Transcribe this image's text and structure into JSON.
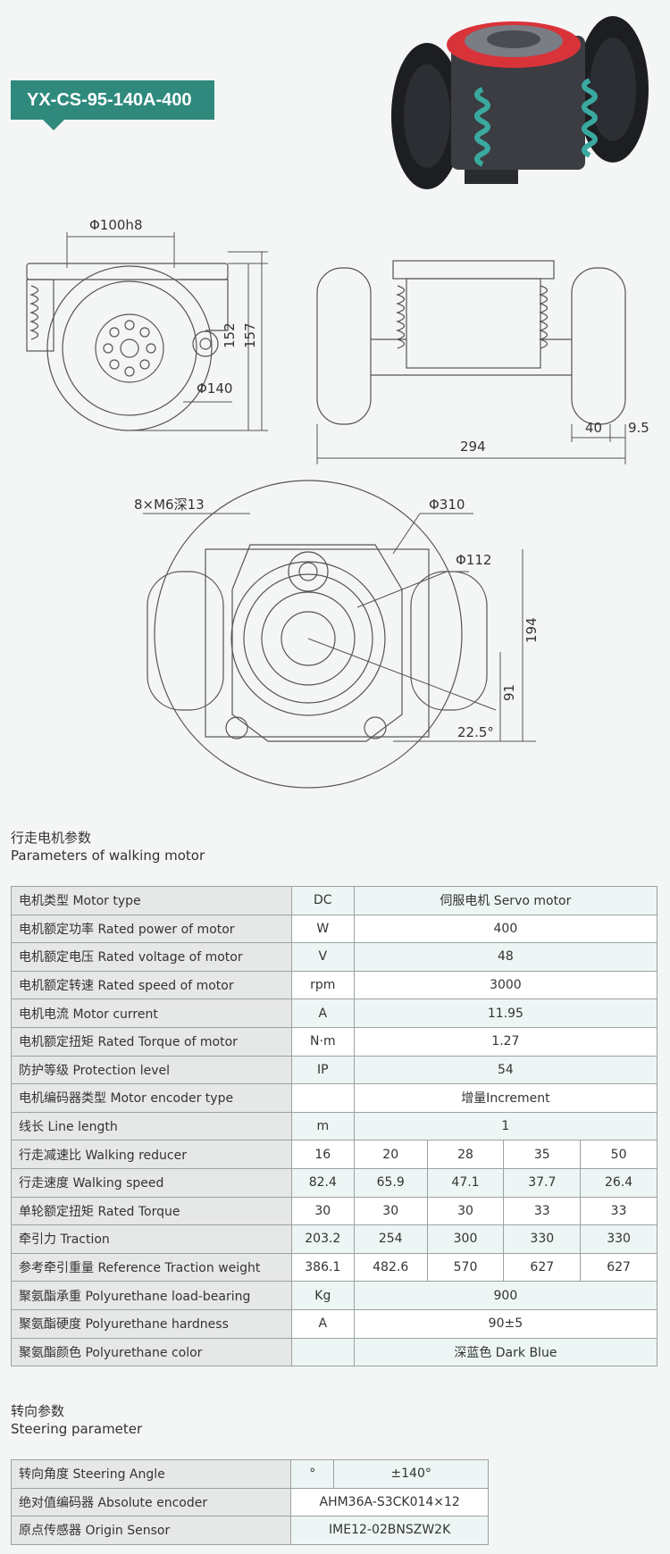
{
  "model": "YX-CS-95-140A-400",
  "dimensions": {
    "side": {
      "bore": "Φ100h8",
      "height1": "152",
      "height2": "157",
      "wheel": "Φ140"
    },
    "front": {
      "width": "294",
      "offset1": "40",
      "offset2": "9.5"
    },
    "top": {
      "holes": "8×M6深13",
      "pcd": "Φ310",
      "inner": "Φ112",
      "height": "194",
      "offset": "91",
      "angle": "22.5°"
    }
  },
  "walking_motor": {
    "title_cn": "行走电机参数",
    "title_en": "Parameters of walking motor",
    "rows_single": [
      {
        "name": "电机类型 Motor type",
        "unit": "DC",
        "value": "伺服电机 Servo motor"
      },
      {
        "name": "电机额定功率 Rated power of motor",
        "unit": "W",
        "value": "400"
      },
      {
        "name": "电机额定电压 Rated voltage of motor",
        "unit": "V",
        "value": "48"
      },
      {
        "name": "电机额定转速 Rated speed of motor",
        "unit": "rpm",
        "value": "3000"
      },
      {
        "name": "电机电流 Motor current",
        "unit": "A",
        "value": "11.95"
      },
      {
        "name": "电机额定扭矩 Rated Torque of motor",
        "unit": "N·m",
        "value": "1.27"
      },
      {
        "name": "防护等级 Protection level",
        "unit": "IP",
        "value": "54"
      },
      {
        "name": "电机编码器类型 Motor encoder type",
        "unit": "",
        "value": "增量Increment"
      },
      {
        "name": "线长 Line length",
        "unit": "m",
        "value": "1"
      }
    ],
    "rows_multi": [
      {
        "name": "行走减速比 Walking reducer",
        "values": [
          "16",
          "20",
          "28",
          "35",
          "50"
        ]
      },
      {
        "name": "行走速度 Walking speed",
        "values": [
          "82.4",
          "65.9",
          "47.1",
          "37.7",
          "26.4"
        ]
      },
      {
        "name": "单轮额定扭矩 Rated Torque",
        "values": [
          "30",
          "30",
          "30",
          "33",
          "33"
        ]
      },
      {
        "name": "牵引力 Traction",
        "values": [
          "203.2",
          "254",
          "300",
          "330",
          "330"
        ]
      },
      {
        "name": "参考牵引重量 Reference Traction weight",
        "values": [
          "386.1",
          "482.6",
          "570",
          "627",
          "627"
        ]
      }
    ],
    "rows_tail": [
      {
        "name": "聚氨酯承重 Polyurethane load-bearing",
        "unit": "Kg",
        "value": "900"
      },
      {
        "name": "聚氨酯硬度 Polyurethane hardness",
        "unit": "A",
        "value": "90±5"
      },
      {
        "name": "聚氨酯颜色 Polyurethane color",
        "unit": "",
        "value": "深蓝色 Dark Blue"
      }
    ]
  },
  "steering": {
    "title_cn": "转向参数",
    "title_en": "Steering parameter",
    "rows": [
      {
        "name": "转向角度 Steering Angle",
        "unit": "°",
        "value": "±140°"
      },
      {
        "name": "绝对值编码器 Absolute encoder",
        "value": "AHM36A-S3CK014×12"
      },
      {
        "name": "原点传感器 Origin Sensor",
        "value": "IME12-02BNSZW2K"
      }
    ]
  },
  "colors": {
    "accent": "#2f8a7d",
    "ring": "#d9333a",
    "spring": "#3aa9a0"
  }
}
